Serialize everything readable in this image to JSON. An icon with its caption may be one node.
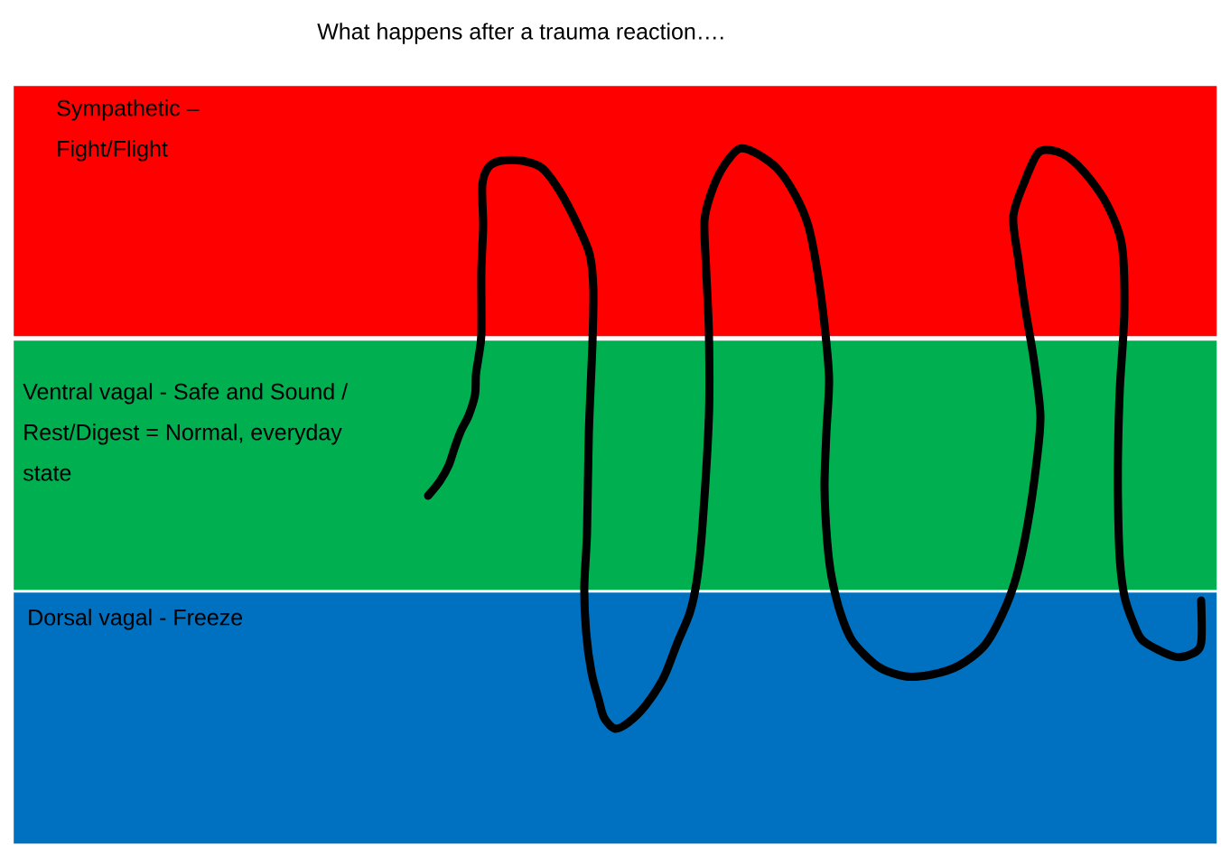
{
  "diagram": {
    "title": "What happens after a trauma reaction….",
    "nodes": [
      {
        "text": [
          "Sympathetic – Fight/Flight"
        ]
      },
      {
        "text": [
          "Ventral vagal - Safe and Sound / Rest/Digest = Normal, everyday state"
        ]
      },
      {
        "text": [
          "Dorsal vagal - Freeze"
        ]
      }
    ]
  }
}
